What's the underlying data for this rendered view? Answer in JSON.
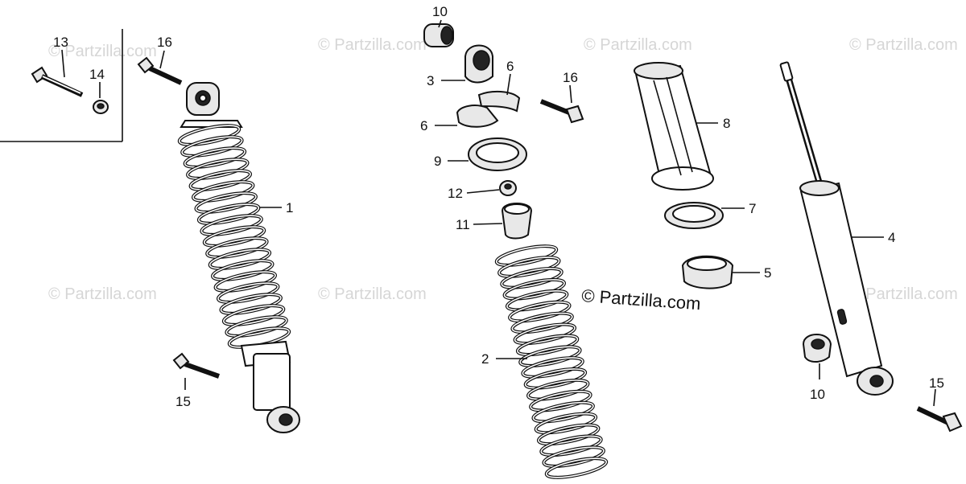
{
  "watermarks": [
    {
      "text": "© Partzilla.com"
    },
    {
      "text": "© Partzilla.com"
    },
    {
      "text": "© Partzilla.com"
    },
    {
      "text": "© Partzilla.com"
    },
    {
      "text": "© Partzilla.com"
    },
    {
      "text": "© Partzilla.com"
    },
    {
      "text": "© Partzilla.com"
    }
  ],
  "copyright": "© Partzilla.com",
  "callouts": {
    "c13": "13",
    "c16a": "16",
    "c14": "14",
    "c1": "1",
    "c15a": "15",
    "c10a": "10",
    "c3": "3",
    "c6a": "6",
    "c6b": "6",
    "c16b": "16",
    "c9": "9",
    "c12": "12",
    "c11": "11",
    "c2": "2",
    "c8": "8",
    "c7": "7",
    "c5": "5",
    "c4": "4",
    "c10b": "10",
    "c15b": "15"
  }
}
